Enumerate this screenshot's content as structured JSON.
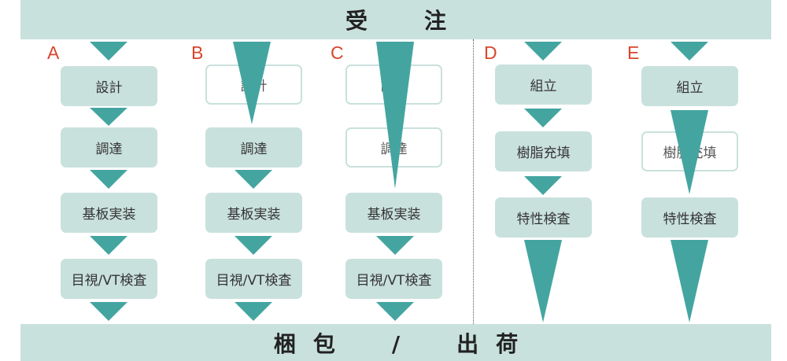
{
  "header": {
    "title": "受　注"
  },
  "footer": {
    "title": "梱包　/　出荷"
  },
  "colors": {
    "band": "#c9e1dd",
    "arrow": "#44a5a0",
    "label": "#d8462b"
  },
  "columns": [
    {
      "label": "A",
      "steps": [
        {
          "text": "設計",
          "skipped": false
        },
        {
          "text": "調達",
          "skipped": false
        },
        {
          "text": "基板実装",
          "skipped": false
        },
        {
          "text": "目視/VT検査",
          "skipped": false
        }
      ]
    },
    {
      "label": "B",
      "steps": [
        {
          "text": "設計",
          "skipped": true
        },
        {
          "text": "調達",
          "skipped": false
        },
        {
          "text": "基板実装",
          "skipped": false
        },
        {
          "text": "目視/VT検査",
          "skipped": false
        }
      ]
    },
    {
      "label": "C",
      "steps": [
        {
          "text": "設計",
          "skipped": true
        },
        {
          "text": "調達",
          "skipped": true
        },
        {
          "text": "基板実装",
          "skipped": false
        },
        {
          "text": "目視/VT検査",
          "skipped": false
        }
      ]
    },
    {
      "label": "D",
      "steps": [
        {
          "text": "組立",
          "skipped": false
        },
        {
          "text": "樹脂充填",
          "skipped": false
        },
        {
          "text": "特性検査",
          "skipped": false
        }
      ]
    },
    {
      "label": "E",
      "steps": [
        {
          "text": "組立",
          "skipped": false
        },
        {
          "text": "樹脂充填",
          "skipped": true
        },
        {
          "text": "特性検査",
          "skipped": false
        }
      ]
    }
  ]
}
